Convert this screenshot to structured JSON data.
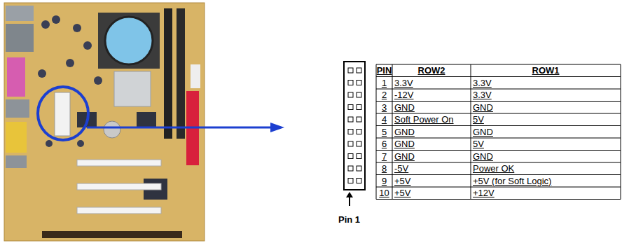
{
  "diagram": {
    "labels": [
      "PIN",
      "ROW2",
      "ROW1",
      "1",
      "3.3V",
      "3.3V",
      "2",
      "-12V",
      "3.3V",
      "3",
      "GND",
      "GND",
      "4",
      "Soft Power On",
      "5V",
      "5",
      "GND",
      "GND",
      "6",
      "GND",
      "5V",
      "7",
      "GND",
      "GND",
      "8",
      "-5V",
      "Power OK",
      "9",
      "+5V",
      "+5V (for Soft Logic)",
      "10",
      "+5V",
      "+12V",
      "Pin 1"
    ]
  }
}
